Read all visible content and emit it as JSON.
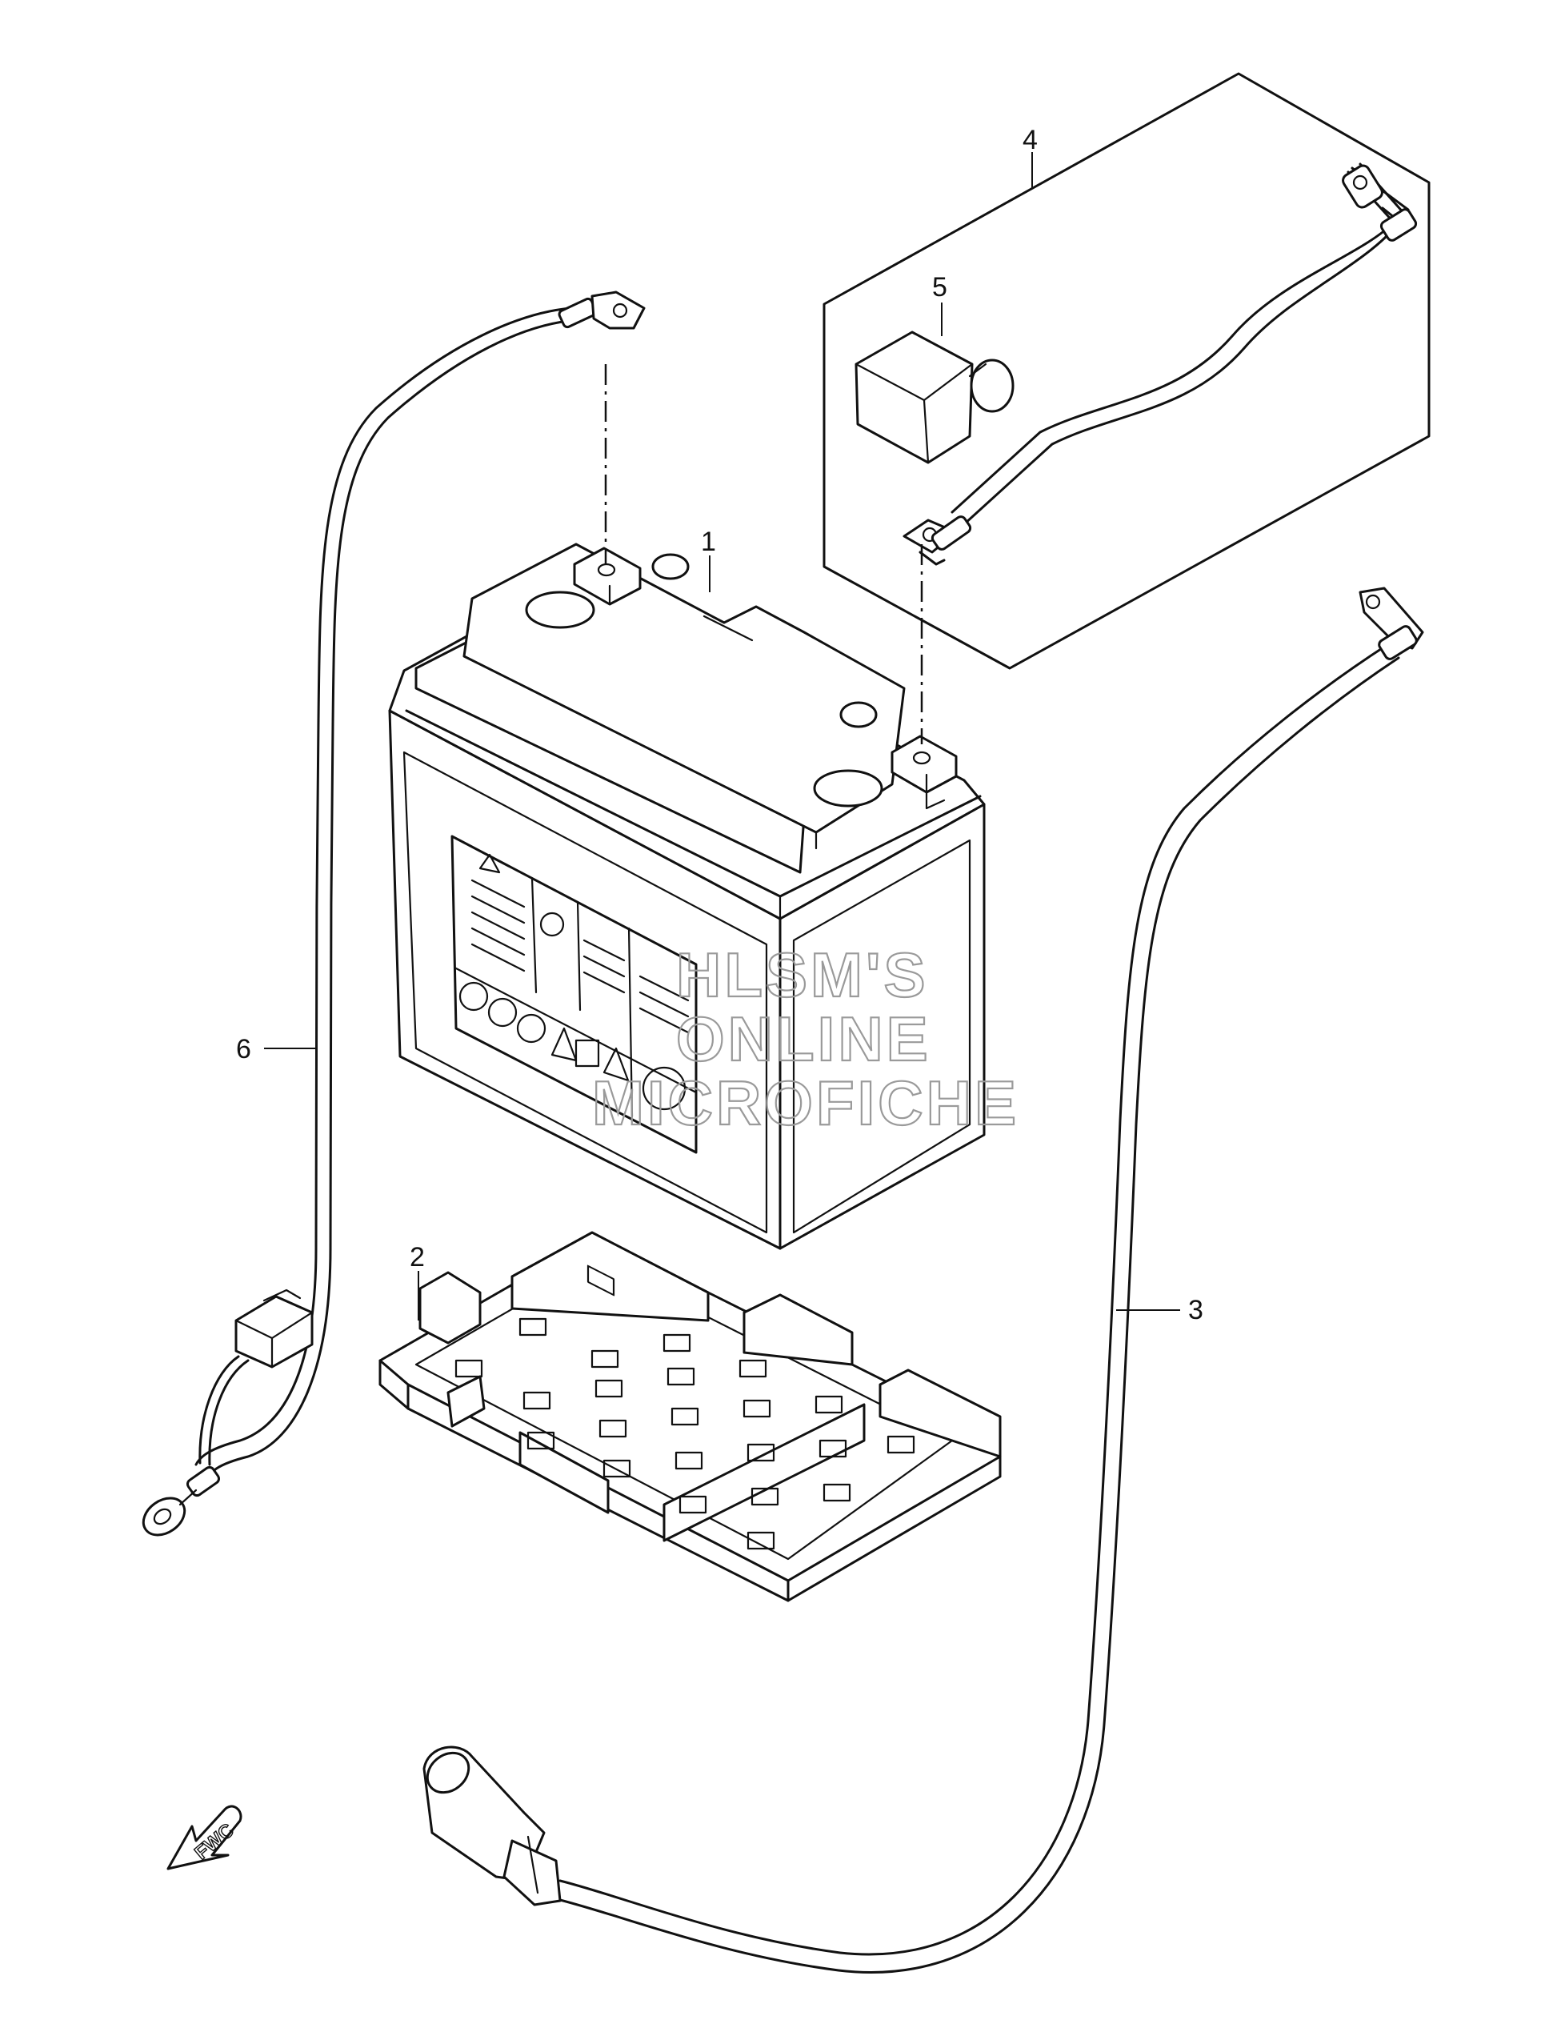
{
  "parts": [
    {
      "number": "1",
      "name": "battery"
    },
    {
      "number": "2",
      "name": "battery-tray"
    },
    {
      "number": "3",
      "name": "starter-cable"
    },
    {
      "number": "4",
      "name": "battery-cable-set"
    },
    {
      "number": "5",
      "name": "terminal-cover"
    },
    {
      "number": "6",
      "name": "ground-wire"
    }
  ],
  "watermark": {
    "line1": "HLSM'S",
    "line2": "ONLINE",
    "line3": "MICROFICHE"
  },
  "direction_marker": {
    "label": "FWC"
  },
  "colors": {
    "line": "#111111",
    "watermark": "#9a9a9a",
    "background": "#ffffff"
  }
}
